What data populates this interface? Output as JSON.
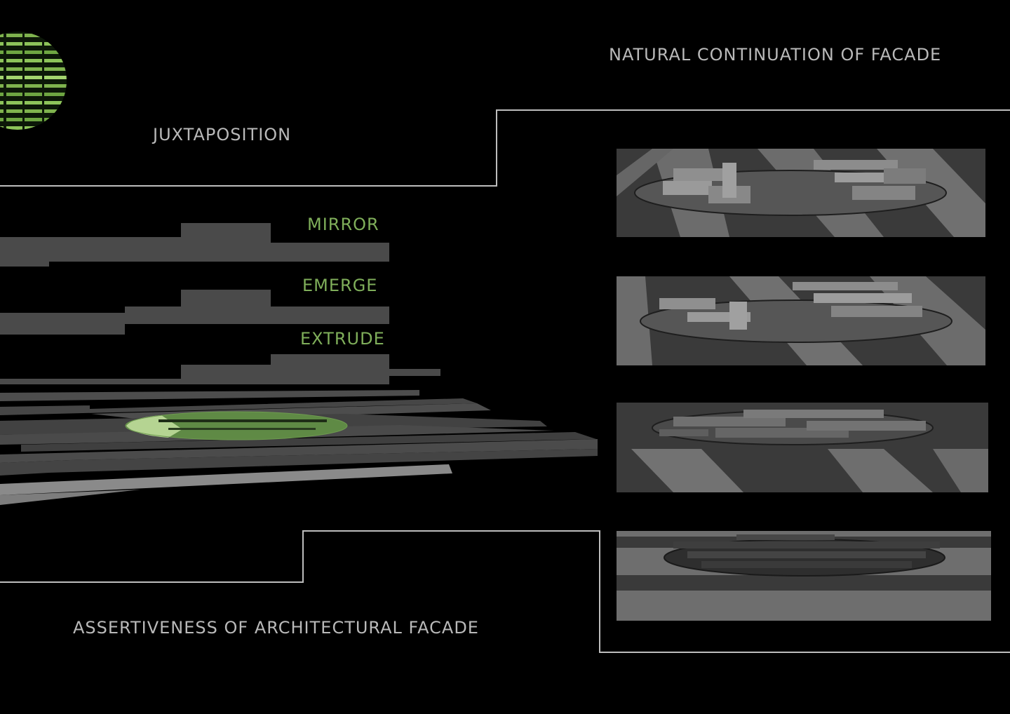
{
  "labels": {
    "natural_continuation": "NATURAL CONTINUATION OF FACADE",
    "juxtaposition": "JUXTAPOSITION",
    "mirror": "MIRROR",
    "emerge": "EMERGE",
    "extrude": "EXTRUDE",
    "assertiveness": "ASSERTIVENESS OF ARCHITECTURAL FACADE"
  },
  "colors": {
    "background": "#000000",
    "frame_line": "#bdbdbd",
    "label_light": "#b9b9b9",
    "label_green": "#7fae5a",
    "slab_gray": "#4a4a4a",
    "slab_light": "#8f8f8f",
    "green_disc": "#5f8a45",
    "green_disc_light": "#b5d492",
    "render_dark": "#3a3a3a",
    "render_light": "#707070"
  },
  "renders": [
    "render-view-1",
    "render-view-2",
    "render-view-3",
    "render-view-4"
  ]
}
